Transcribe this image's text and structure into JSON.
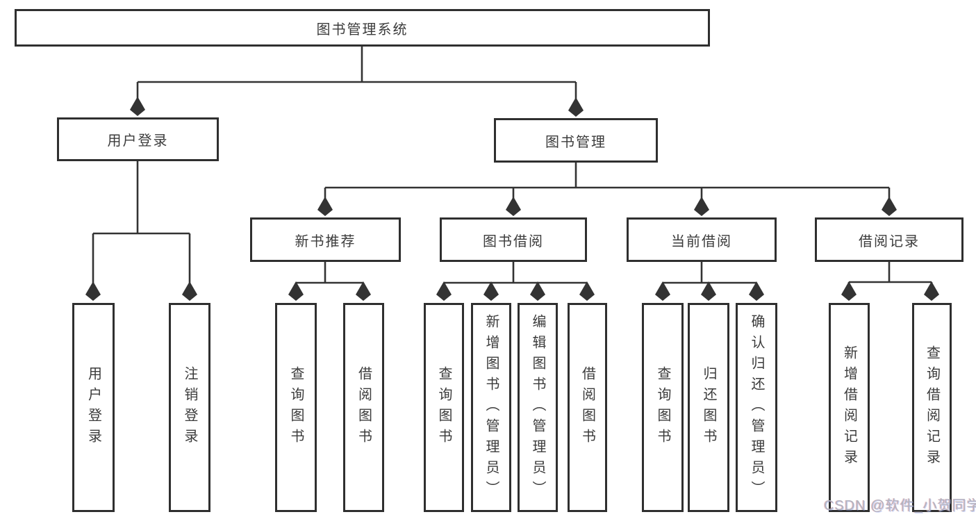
{
  "diagram": {
    "root": {
      "label": "图书管理系统"
    },
    "branches": [
      {
        "label": "用户登录",
        "children": [
          {
            "label": "用户登录"
          },
          {
            "label": "注销登录"
          }
        ]
      },
      {
        "label": "图书管理",
        "children": [
          {
            "label": "新书推荐",
            "children": [
              {
                "label": "查询图书"
              },
              {
                "label": "借阅图书"
              }
            ]
          },
          {
            "label": "图书借阅",
            "children": [
              {
                "label": "查询图书"
              },
              {
                "label": "新增图书（管理员）"
              },
              {
                "label": "编辑图书（管理员）"
              },
              {
                "label": "借阅图书"
              }
            ]
          },
          {
            "label": "当前借阅",
            "children": [
              {
                "label": "查询图书"
              },
              {
                "label": "归还图书"
              },
              {
                "label": "确认归还（管理员）"
              }
            ]
          },
          {
            "label": "借阅记录",
            "children": [
              {
                "label": "新增借阅记录"
              },
              {
                "label": "查询借阅记录"
              }
            ]
          }
        ]
      }
    ]
  },
  "watermark": {
    "text": "CSDN @软件_小贺同学"
  },
  "colors": {
    "line": "#333333",
    "text": "#3b3b3b",
    "watermark": "#b3b3bf",
    "background": "#ffffff"
  }
}
